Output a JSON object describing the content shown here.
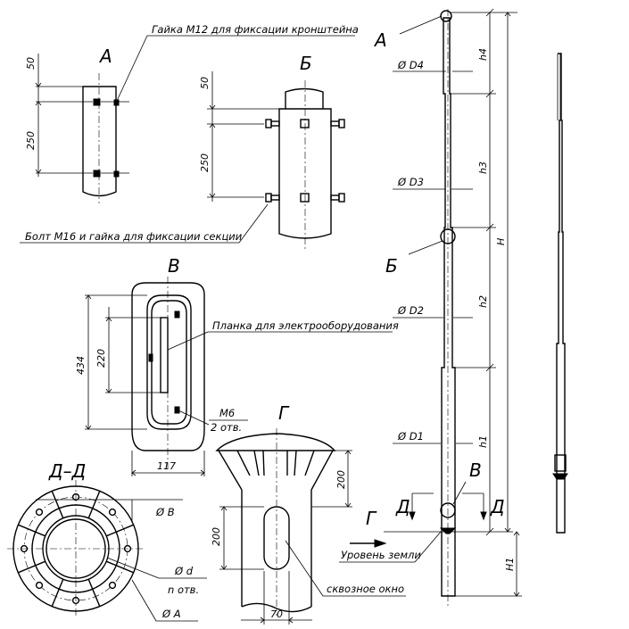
{
  "views": {
    "a": "А",
    "b": "Б",
    "v": "В",
    "g": "Г",
    "dd": "Д–Д"
  },
  "notes": {
    "nut_bracket": "Гайка М12 для фиксации кронштейна",
    "bolt_section": "Болт М16 и гайка для фиксации секции",
    "plate": "Планка для электрооборудования",
    "m6": "М6",
    "m6_holes": "2 отв.",
    "ground": "Уровень земли",
    "through_window": "сквозное окно",
    "d_hole": "Ø d",
    "n_holes": "n отв.",
    "dia_a": "Ø A",
    "dia_b": "Ø B"
  },
  "dims": {
    "a_50": "50",
    "a_250": "250",
    "b_50": "50",
    "b_250": "250",
    "v_434": "434",
    "v_220": "220",
    "v_117": "117",
    "g_200_top": "200",
    "g_200_left": "200",
    "g_70": "70"
  },
  "pole": {
    "d4": "Ø D4",
    "d3": "Ø D3",
    "d2": "Ø D2",
    "d1": "Ø D1",
    "h4": "h4",
    "h3": "h3",
    "h2": "h2",
    "h1": "h1",
    "H": "H",
    "H1": "H1",
    "callout_a": "А",
    "callout_b": "Б",
    "callout_v": "В",
    "callout_g": "Г",
    "callout_d_left": "Д",
    "callout_d_right": "Д"
  }
}
